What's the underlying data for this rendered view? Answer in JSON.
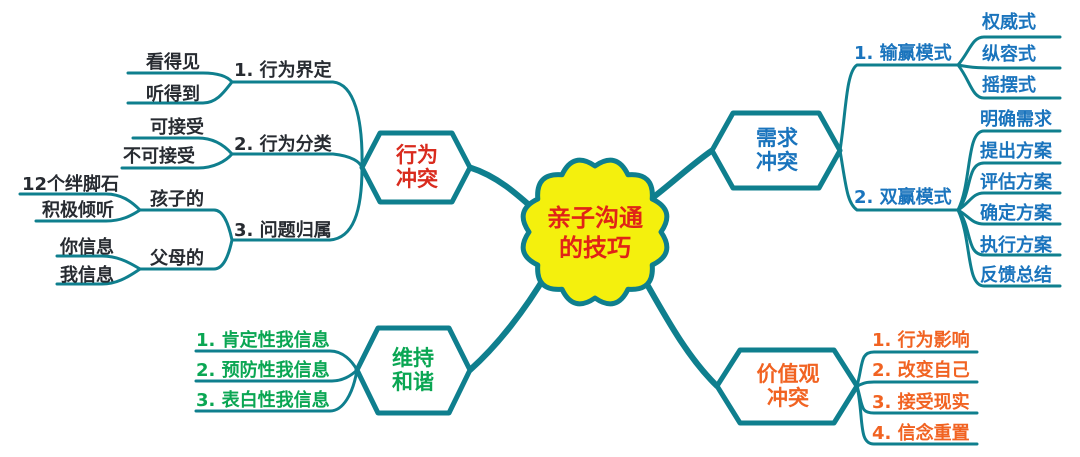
{
  "colors": {
    "line": "#0f7f8e",
    "node_fill": "#ffffff",
    "center_fill": "#f4f00d",
    "center_text": "#e02317",
    "behavior_text": "#d92b1e",
    "needs_text": "#1a74bd",
    "harmony_text": "#0aa653",
    "values_text": "#f16322",
    "dark_text": "#272b31"
  },
  "center": {
    "label": "亲子沟通的技巧"
  },
  "behavior": {
    "label": "行为冲突",
    "items": [
      {
        "label": "1. 行为界定",
        "children": [
          {
            "label": "看得见"
          },
          {
            "label": "听得到"
          }
        ]
      },
      {
        "label": "2. 行为分类",
        "children": [
          {
            "label": "可接受"
          },
          {
            "label": "不可接受"
          }
        ]
      },
      {
        "label": "3. 问题归属",
        "children": [
          {
            "label": "孩子的",
            "children": [
              {
                "label": "12个绊脚石"
              },
              {
                "label": "积极倾听"
              }
            ]
          },
          {
            "label": "父母的",
            "children": [
              {
                "label": "你信息"
              },
              {
                "label": "我信息"
              }
            ]
          }
        ]
      }
    ]
  },
  "needs": {
    "label": "需求冲突",
    "items": [
      {
        "label": "1. 输赢模式",
        "children": [
          {
            "label": "权威式"
          },
          {
            "label": "纵容式"
          },
          {
            "label": "摇摆式"
          }
        ]
      },
      {
        "label": "2. 双赢模式",
        "children": [
          {
            "label": "明确需求"
          },
          {
            "label": "提出方案"
          },
          {
            "label": "评估方案"
          },
          {
            "label": "确定方案"
          },
          {
            "label": "执行方案"
          },
          {
            "label": "反馈总结"
          }
        ]
      }
    ]
  },
  "harmony": {
    "label": "维持和谐",
    "items": [
      {
        "label": "1. 肯定性我信息"
      },
      {
        "label": "2. 预防性我信息"
      },
      {
        "label": "3. 表白性我信息"
      }
    ]
  },
  "values": {
    "label": "价值观冲突",
    "items": [
      {
        "label": "1. 行为影响"
      },
      {
        "label": "2. 改变自己"
      },
      {
        "label": "3. 接受现实"
      },
      {
        "label": "4. 信念重置"
      }
    ]
  }
}
